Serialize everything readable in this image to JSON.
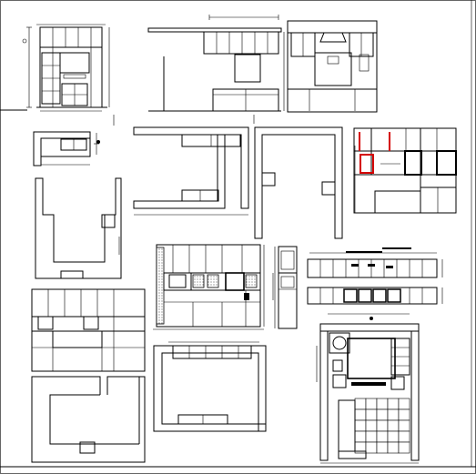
{
  "drawing": {
    "type": "kitchen-cabinet-cad-sheet",
    "accent_colors": {
      "line": "#000000",
      "highlight": "#d40000",
      "background": "#ffffff"
    },
    "views": [
      {
        "id": "elev-tall-pantry",
        "kind": "elevation"
      },
      {
        "id": "elev-hood-wall-a",
        "kind": "elevation"
      },
      {
        "id": "elev-hood-wall-b",
        "kind": "elevation"
      },
      {
        "id": "plan-l-small",
        "kind": "plan"
      },
      {
        "id": "plan-u-wide",
        "kind": "plan"
      },
      {
        "id": "plan-u-narrow",
        "kind": "plan"
      },
      {
        "id": "elev-colored",
        "kind": "elevation"
      },
      {
        "id": "plan-u-tall",
        "kind": "plan"
      },
      {
        "id": "elev-section",
        "kind": "elevation"
      },
      {
        "id": "elev-side",
        "kind": "elevation"
      },
      {
        "id": "elev-strips",
        "kind": "elevation"
      },
      {
        "id": "elev-lower-left",
        "kind": "elevation"
      },
      {
        "id": "plan-u-bottom-mid",
        "kind": "plan"
      },
      {
        "id": "plan-island-tiles",
        "kind": "plan"
      },
      {
        "id": "plan-bottom-left",
        "kind": "plan"
      }
    ]
  }
}
